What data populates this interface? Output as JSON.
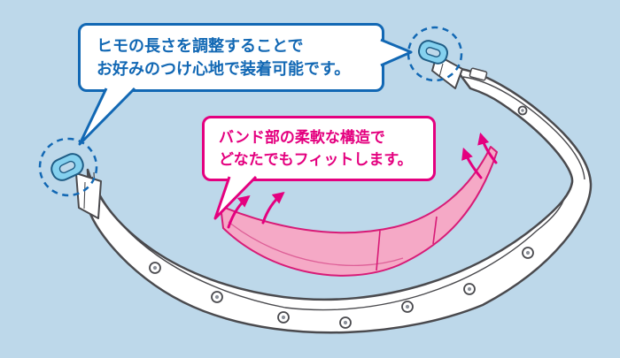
{
  "colors": {
    "background": "#bdd8ea",
    "callout_blue": "#1268b4",
    "callout_pink": "#e4007f",
    "band_fill": "#ffffff",
    "band_outline": "#4a4a4e",
    "flex_band_fill": "#f5a9c6",
    "flex_band_outline": "#d81b77",
    "hook_fill": "#85d1ef",
    "hook_outline": "#1f5d86"
  },
  "callouts": {
    "string_adjust": {
      "line1": "ヒモの長さを調整することで",
      "line2": "お好みのつけ心地で装着可能です。"
    },
    "band_flex": {
      "line1": "バンド部の柔軟な構造で",
      "line2": "どなたでもフィットします。"
    }
  }
}
